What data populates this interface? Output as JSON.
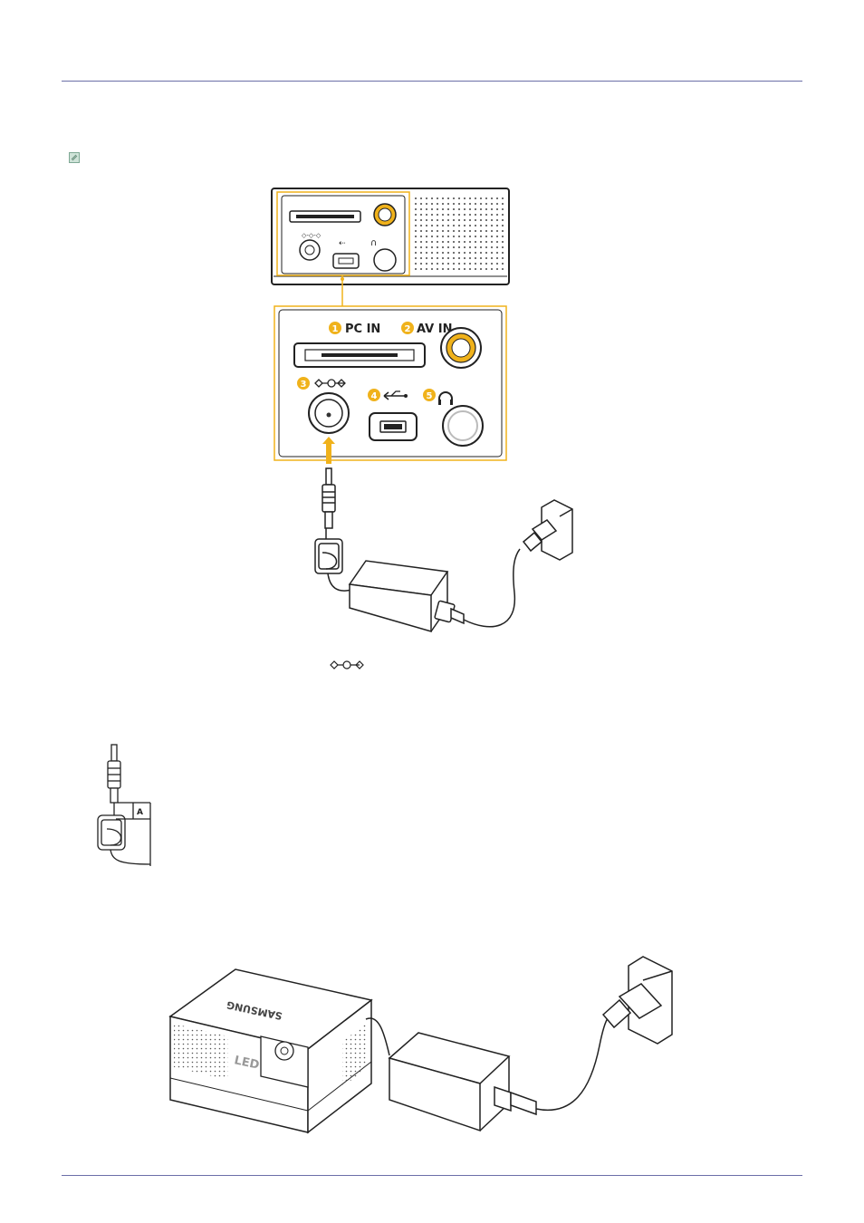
{
  "panel_labels": {
    "pc_in": "PC IN",
    "av_in": "AV IN",
    "num_1": "1",
    "num_2": "2",
    "num_3": "3",
    "num_4": "4",
    "num_5": "5"
  },
  "core_diagram": {
    "dimension_label": "A"
  },
  "projector": {
    "brand": "SAMSUNG",
    "led_label": "LED"
  },
  "colors": {
    "accent": "#f0b21b",
    "rule": "#6b6fa8",
    "line": "#222222"
  },
  "icons": [
    "note-icon",
    "dc-power-icon",
    "usb-icon",
    "headphone-icon",
    "power-plug-icon",
    "wall-outlet-icon"
  ]
}
